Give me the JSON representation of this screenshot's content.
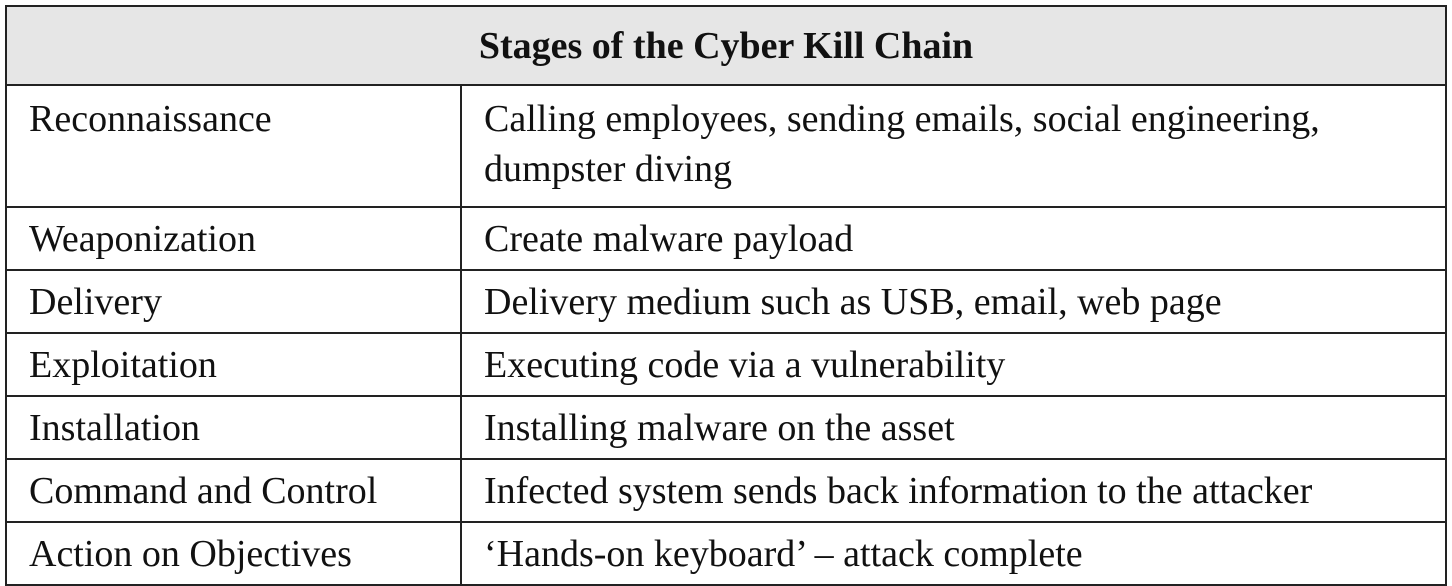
{
  "table": {
    "title": "Stages of the Cyber Kill Chain",
    "rows": [
      {
        "stage": "Reconnaissance",
        "description": "Calling employees, sending emails, social engineering, dumpster diving"
      },
      {
        "stage": "Weaponization",
        "description": "Create malware payload"
      },
      {
        "stage": "Delivery",
        "description": "Delivery medium such as USB, email, web page"
      },
      {
        "stage": "Exploitation",
        "description": "Executing code via a vulnerability"
      },
      {
        "stage": "Installation",
        "description": "Installing malware on the asset"
      },
      {
        "stage": "Command and Control",
        "description": "Infected system sends back information to the attacker"
      },
      {
        "stage": "Action on Objectives",
        "description": "‘Hands-on keyboard’ – attack complete"
      }
    ]
  }
}
